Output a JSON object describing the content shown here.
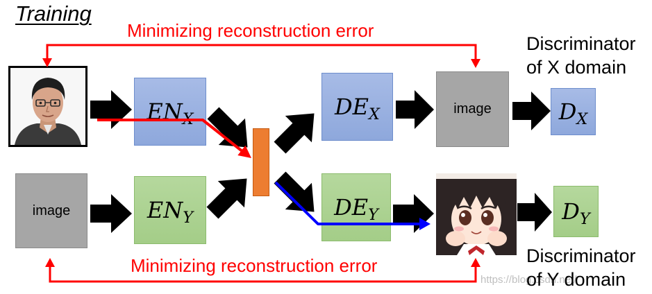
{
  "title": "Training",
  "loss": {
    "top_label": "Minimizing reconstruction error",
    "bottom_label": "Minimizing reconstruction error"
  },
  "discriminator_labels": {
    "x": [
      "Discriminator",
      "of X domain"
    ],
    "y": [
      "Discriminator",
      "of Y domain"
    ]
  },
  "nodes": {
    "en_x": {
      "main": "EN",
      "sub": "X"
    },
    "en_y": {
      "main": "EN",
      "sub": "Y"
    },
    "de_x": {
      "main": "DE",
      "sub": "X"
    },
    "de_y": {
      "main": "DE",
      "sub": "Y"
    },
    "d_x": {
      "main": "D",
      "sub": "X"
    },
    "d_y": {
      "main": "D",
      "sub": "Y"
    },
    "image_x_output": "image",
    "image_y_input": "image"
  },
  "images": {
    "x_domain_input": "person-photo-icon",
    "y_domain_output": "anime-character-icon"
  },
  "colors": {
    "x_domain": "#8ea8dc",
    "y_domain": "#a4cd88",
    "latent_code": "#ed7d31",
    "image_placeholder": "#a6a6a6",
    "reconstruction_path": "#ff0000",
    "translation_path": "#0000ff"
  },
  "watermark": "https://blog.csdn.net/"
}
